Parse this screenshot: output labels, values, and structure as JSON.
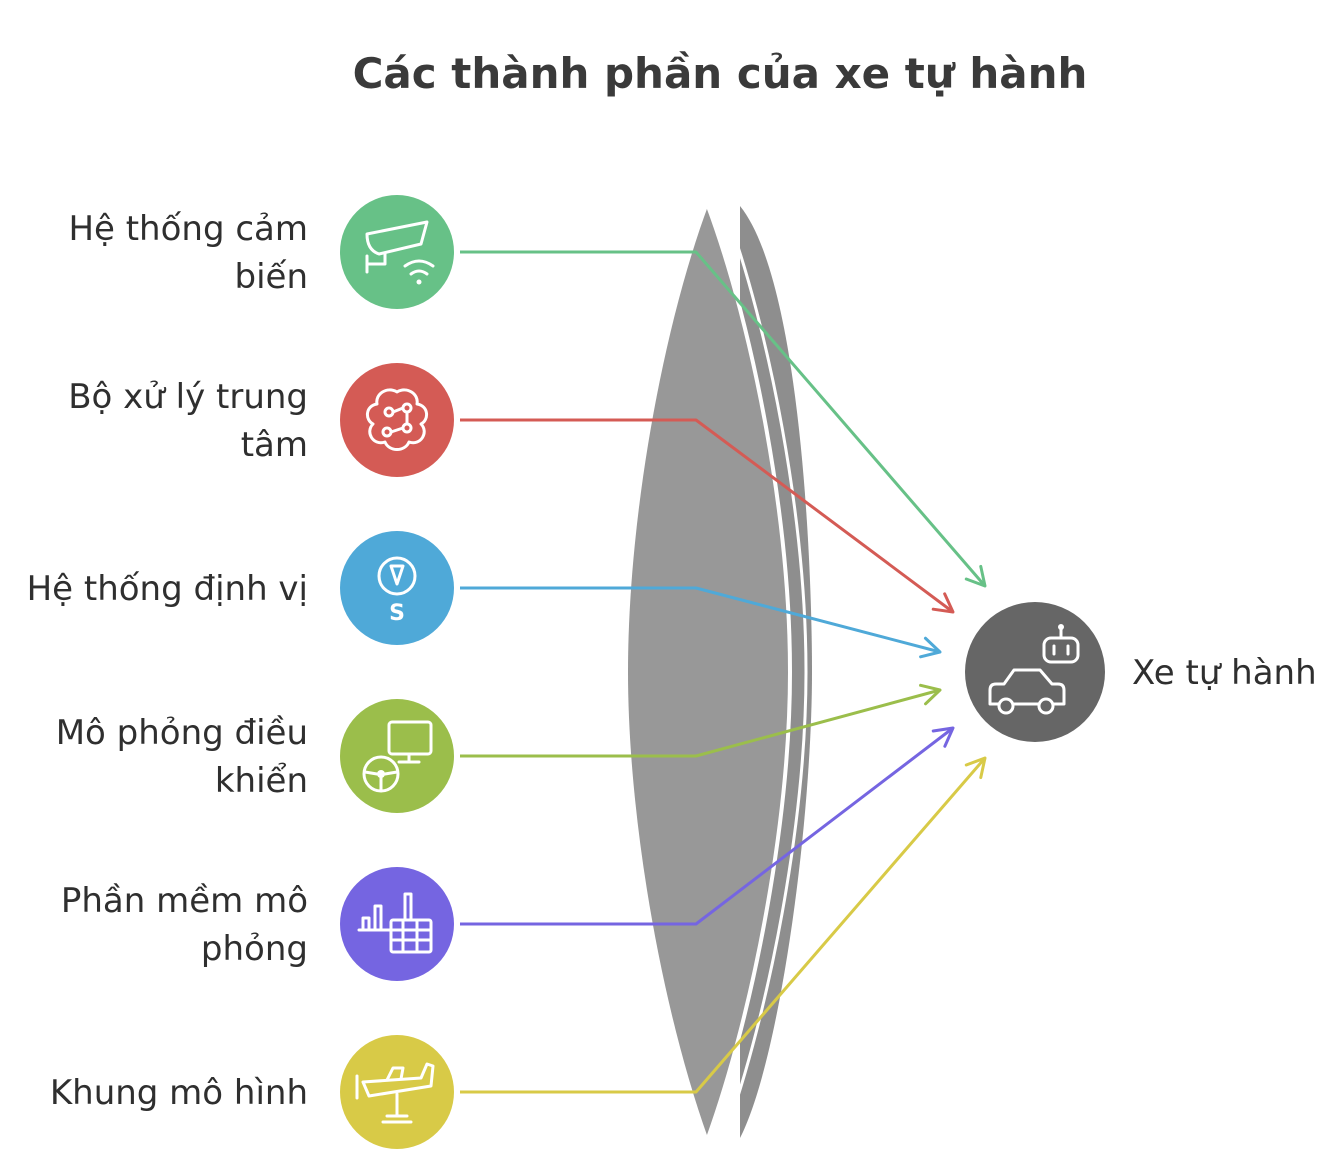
{
  "title": "Các thành phần của xe tự hành",
  "components": [
    {
      "label_lines": [
        "Hệ thống cảm",
        "biến"
      ],
      "icon": "security-camera-wifi-icon",
      "color": "#67C187"
    },
    {
      "label_lines": [
        "Bộ xử lý trung",
        "tâm"
      ],
      "icon": "brain-circuit-icon",
      "color": "#D45B55"
    },
    {
      "label_lines": [
        "Hệ thống định vị"
      ],
      "icon": "compass-icon",
      "color": "#4FA9D8"
    },
    {
      "label_lines": [
        "Mô phỏng điều",
        "khiển"
      ],
      "icon": "steering-wheel-monitor-icon",
      "color": "#9BBE4B"
    },
    {
      "label_lines": [
        "Phần mềm mô",
        "phỏng"
      ],
      "icon": "chart-table-icon",
      "color": "#7565E1"
    },
    {
      "label_lines": [
        "Khung mô hình"
      ],
      "icon": "airplane-model-icon",
      "color": "#D8CA47"
    }
  ],
  "target": {
    "label": "Xe tự hành",
    "icon": "car-robot-icon",
    "color": "#666666"
  },
  "lens_color": "#989898"
}
